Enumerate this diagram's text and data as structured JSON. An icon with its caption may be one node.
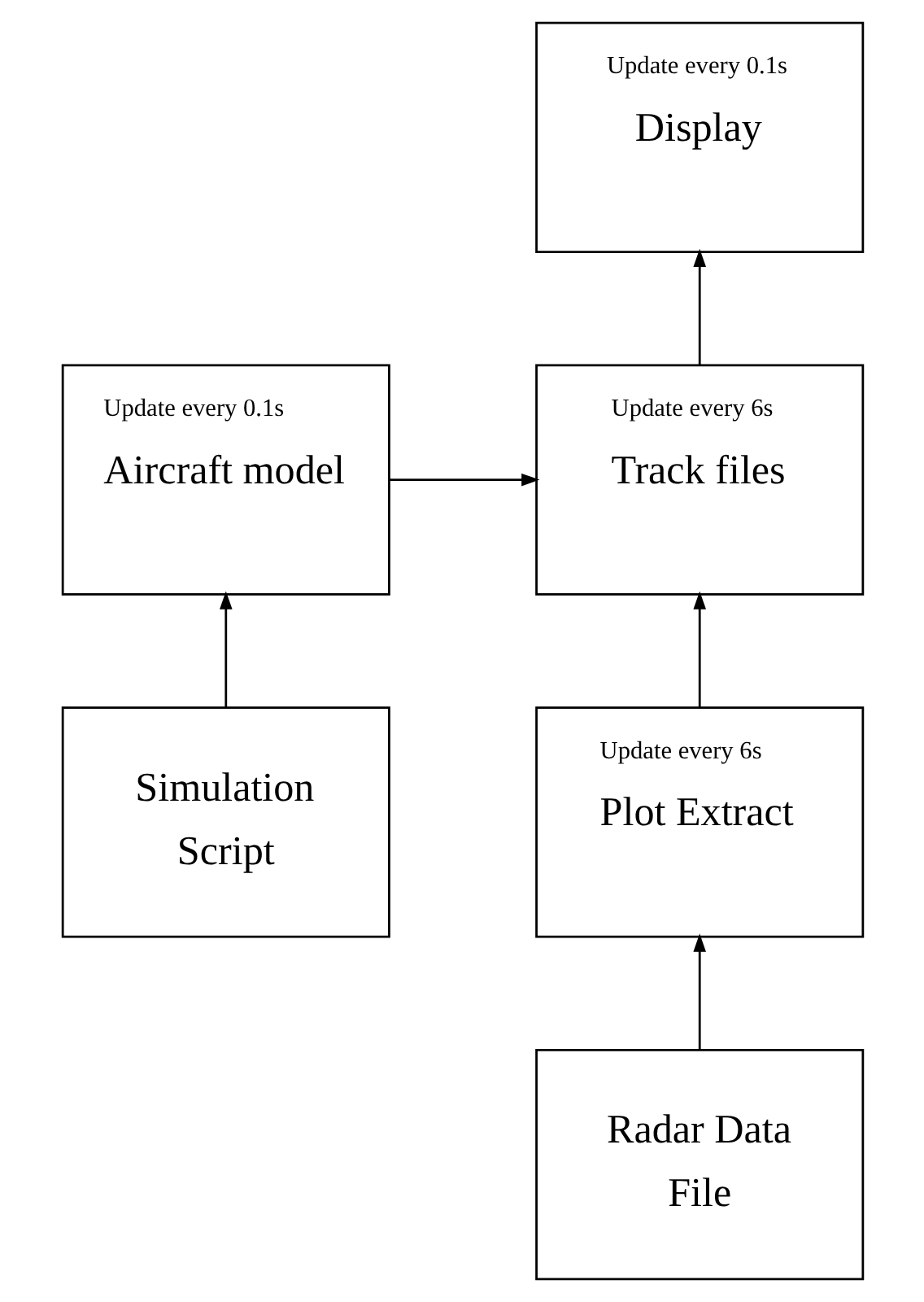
{
  "diagram": {
    "nodes": [
      {
        "text": [
          "Update every 0.1s",
          "Display"
        ]
      },
      {
        "text": [
          "Update every 0.1s",
          "Aircraft model"
        ]
      },
      {
        "text": [
          "Update every 6s",
          "Track files"
        ]
      },
      {
        "text": [
          "Simulation Script"
        ]
      },
      {
        "text": [
          "Update every 6s",
          "Plot Extract"
        ]
      },
      {
        "text": [
          "Radar Data File"
        ]
      }
    ],
    "edges": [
      {
        "from": 1,
        "to": 2,
        "arrow": "to"
      },
      {
        "from": 2,
        "to": 0,
        "arrow": "to"
      },
      {
        "from": 3,
        "to": 1,
        "arrow": "to"
      },
      {
        "from": 4,
        "to": 2,
        "arrow": "to"
      },
      {
        "from": 5,
        "to": 4,
        "arrow": "to"
      }
    ]
  }
}
